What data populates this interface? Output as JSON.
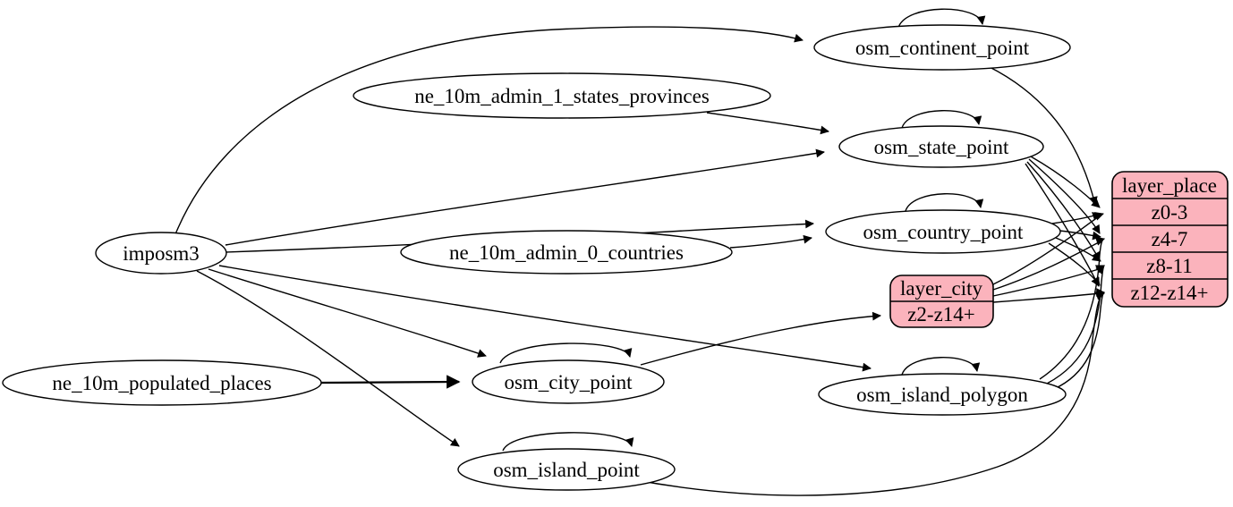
{
  "diagram": {
    "colors": {
      "background": "#ffffff",
      "node_fill": "#ffffff",
      "record_fill": "#fbb3bc",
      "edge_stroke": "#000000"
    },
    "nodes": {
      "imposm3": "imposm3",
      "ne_admin1": "ne_10m_admin_1_states_provinces",
      "ne_admin0": "ne_10m_admin_0_countries",
      "ne_populated": "ne_10m_populated_places",
      "continent": "osm_continent_point",
      "state": "osm_state_point",
      "country": "osm_country_point",
      "city": "osm_city_point",
      "island_polygon": "osm_island_polygon",
      "island_point": "osm_island_point"
    },
    "records": {
      "layer_place": {
        "title": "layer_place",
        "rows": [
          "z0-3",
          "z4-7",
          "z8-11",
          "z12-z14+"
        ]
      },
      "layer_city": {
        "title": "layer_city",
        "rows": [
          "z2-z14+"
        ]
      }
    },
    "edges": [
      {
        "from": "imposm3",
        "to": "osm_continent_point"
      },
      {
        "from": "imposm3",
        "to": "osm_state_point"
      },
      {
        "from": "imposm3",
        "to": "osm_country_point"
      },
      {
        "from": "imposm3",
        "to": "osm_city_point"
      },
      {
        "from": "imposm3",
        "to": "osm_island_polygon"
      },
      {
        "from": "imposm3",
        "to": "osm_island_point"
      },
      {
        "from": "ne_10m_admin_1_states_provinces",
        "to": "osm_state_point"
      },
      {
        "from": "ne_10m_admin_0_countries",
        "to": "osm_country_point"
      },
      {
        "from": "ne_10m_populated_places",
        "to": "osm_city_point"
      },
      {
        "from": "osm_continent_point",
        "to": "osm_continent_point"
      },
      {
        "from": "osm_state_point",
        "to": "osm_state_point"
      },
      {
        "from": "osm_country_point",
        "to": "osm_country_point"
      },
      {
        "from": "osm_city_point",
        "to": "osm_city_point"
      },
      {
        "from": "osm_island_polygon",
        "to": "osm_island_polygon"
      },
      {
        "from": "osm_island_point",
        "to": "osm_island_point"
      },
      {
        "from": "osm_city_point",
        "to": "layer_city:z2-z14+"
      },
      {
        "from": "osm_continent_point",
        "to": "layer_place:z0-3"
      },
      {
        "from": "osm_state_point",
        "to": "layer_place:z0-3"
      },
      {
        "from": "osm_state_point",
        "to": "layer_place:z4-7"
      },
      {
        "from": "osm_state_point",
        "to": "layer_place:z8-11"
      },
      {
        "from": "osm_state_point",
        "to": "layer_place:z12-z14+"
      },
      {
        "from": "osm_country_point",
        "to": "layer_place:z0-3"
      },
      {
        "from": "osm_country_point",
        "to": "layer_place:z4-7"
      },
      {
        "from": "osm_country_point",
        "to": "layer_place:z8-11"
      },
      {
        "from": "osm_country_point",
        "to": "layer_place:z12-z14+"
      },
      {
        "from": "osm_island_polygon",
        "to": "layer_place:z4-7"
      },
      {
        "from": "osm_island_polygon",
        "to": "layer_place:z8-11"
      },
      {
        "from": "osm_island_polygon",
        "to": "layer_place:z12-z14+"
      },
      {
        "from": "osm_island_point",
        "to": "layer_place:z12-z14+"
      },
      {
        "from": "layer_city",
        "to": "layer_place:z0-3"
      },
      {
        "from": "layer_city",
        "to": "layer_place:z4-7"
      },
      {
        "from": "layer_city",
        "to": "layer_place:z8-11"
      },
      {
        "from": "layer_city",
        "to": "layer_place:z12-z14+"
      }
    ]
  }
}
